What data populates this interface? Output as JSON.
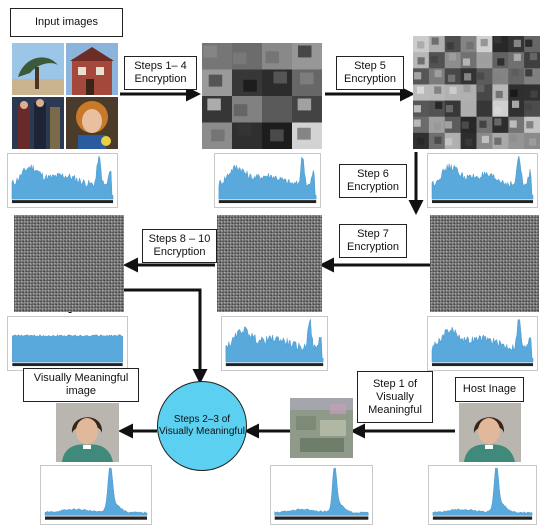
{
  "labels": {
    "input_images": "Input images",
    "steps_1_4": "Steps 1– 4\nEncryption",
    "step_5": "Step 5\nEncryption",
    "step_6": "Step 6\nEncryption",
    "step_7": "Step 7\nEncryption",
    "steps_8_10": "Steps 8 – 10\nEncryption",
    "visually_meaningful_image": "Visually Meaningful\nimage",
    "steps_2_3": "Steps 2–3 of\nVisually Meaningful",
    "step_1_visually_meaningful": "Step 1 of\nVisually\nMeaningful",
    "host_image": "Host Inage"
  },
  "colors": {
    "histogram": "#5aa9dc",
    "circle_fill": "#5bd0f0",
    "arrow": "#111111"
  },
  "icons": {
    "input_photos": "photo-collage",
    "encrypted_blocks": "scrambled-photo-blocks",
    "noise_image": "noise-image",
    "host_portrait": "portrait-photo"
  }
}
